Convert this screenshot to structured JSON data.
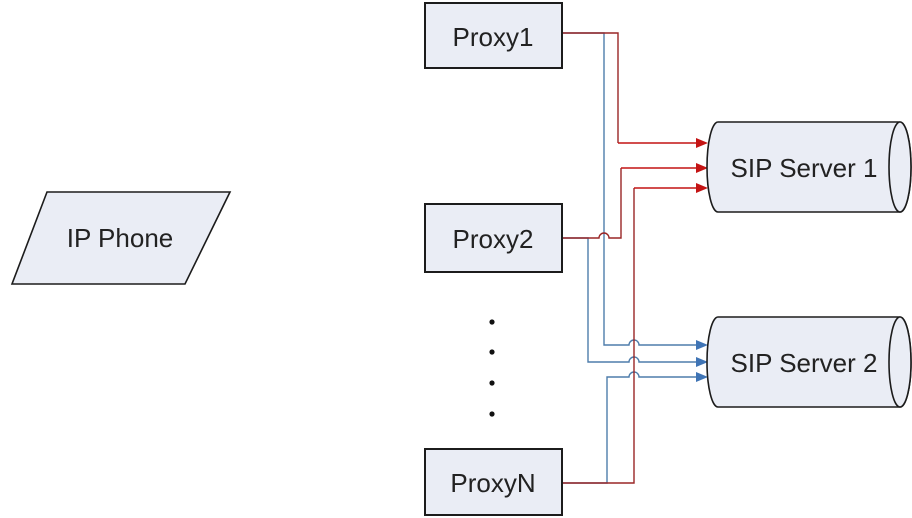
{
  "diagram": {
    "nodes": {
      "ip_phone": {
        "label": "IP Phone",
        "shape": "parallelogram"
      },
      "proxy1": {
        "label": "Proxy1",
        "shape": "rectangle"
      },
      "proxy2": {
        "label": "Proxy2",
        "shape": "rectangle"
      },
      "proxyN": {
        "label": "ProxyN",
        "shape": "rectangle"
      },
      "server1": {
        "label": "SIP Server 1",
        "shape": "cylinder"
      },
      "server2": {
        "label": "SIP Server 2",
        "shape": "cylinder"
      }
    },
    "ellipsis_dots_count": 4,
    "connections": [
      {
        "from": "Proxy1",
        "to": "SIP Server 1",
        "color": "red",
        "arrow": true
      },
      {
        "from": "Proxy2",
        "to": "SIP Server 1",
        "color": "red",
        "arrow": true
      },
      {
        "from": "ProxyN",
        "to": "SIP Server 1",
        "color": "red",
        "arrow": true
      },
      {
        "from": "Proxy1",
        "to": "SIP Server 2",
        "color": "blue",
        "arrow": true
      },
      {
        "from": "Proxy2",
        "to": "SIP Server 2",
        "color": "blue",
        "arrow": true
      },
      {
        "from": "ProxyN",
        "to": "SIP Server 2",
        "color": "blue",
        "arrow": true
      }
    ],
    "colors": {
      "red_line": "#9a2626",
      "red_arrow": "#c41414",
      "blue_line": "#4e7dab",
      "blue_arrow": "#3f74b5",
      "shape_fill": "#eaedf5",
      "shape_border": "#1c1c1c",
      "text": "#222222",
      "dots": "#111111",
      "background": "#ffffff"
    }
  }
}
